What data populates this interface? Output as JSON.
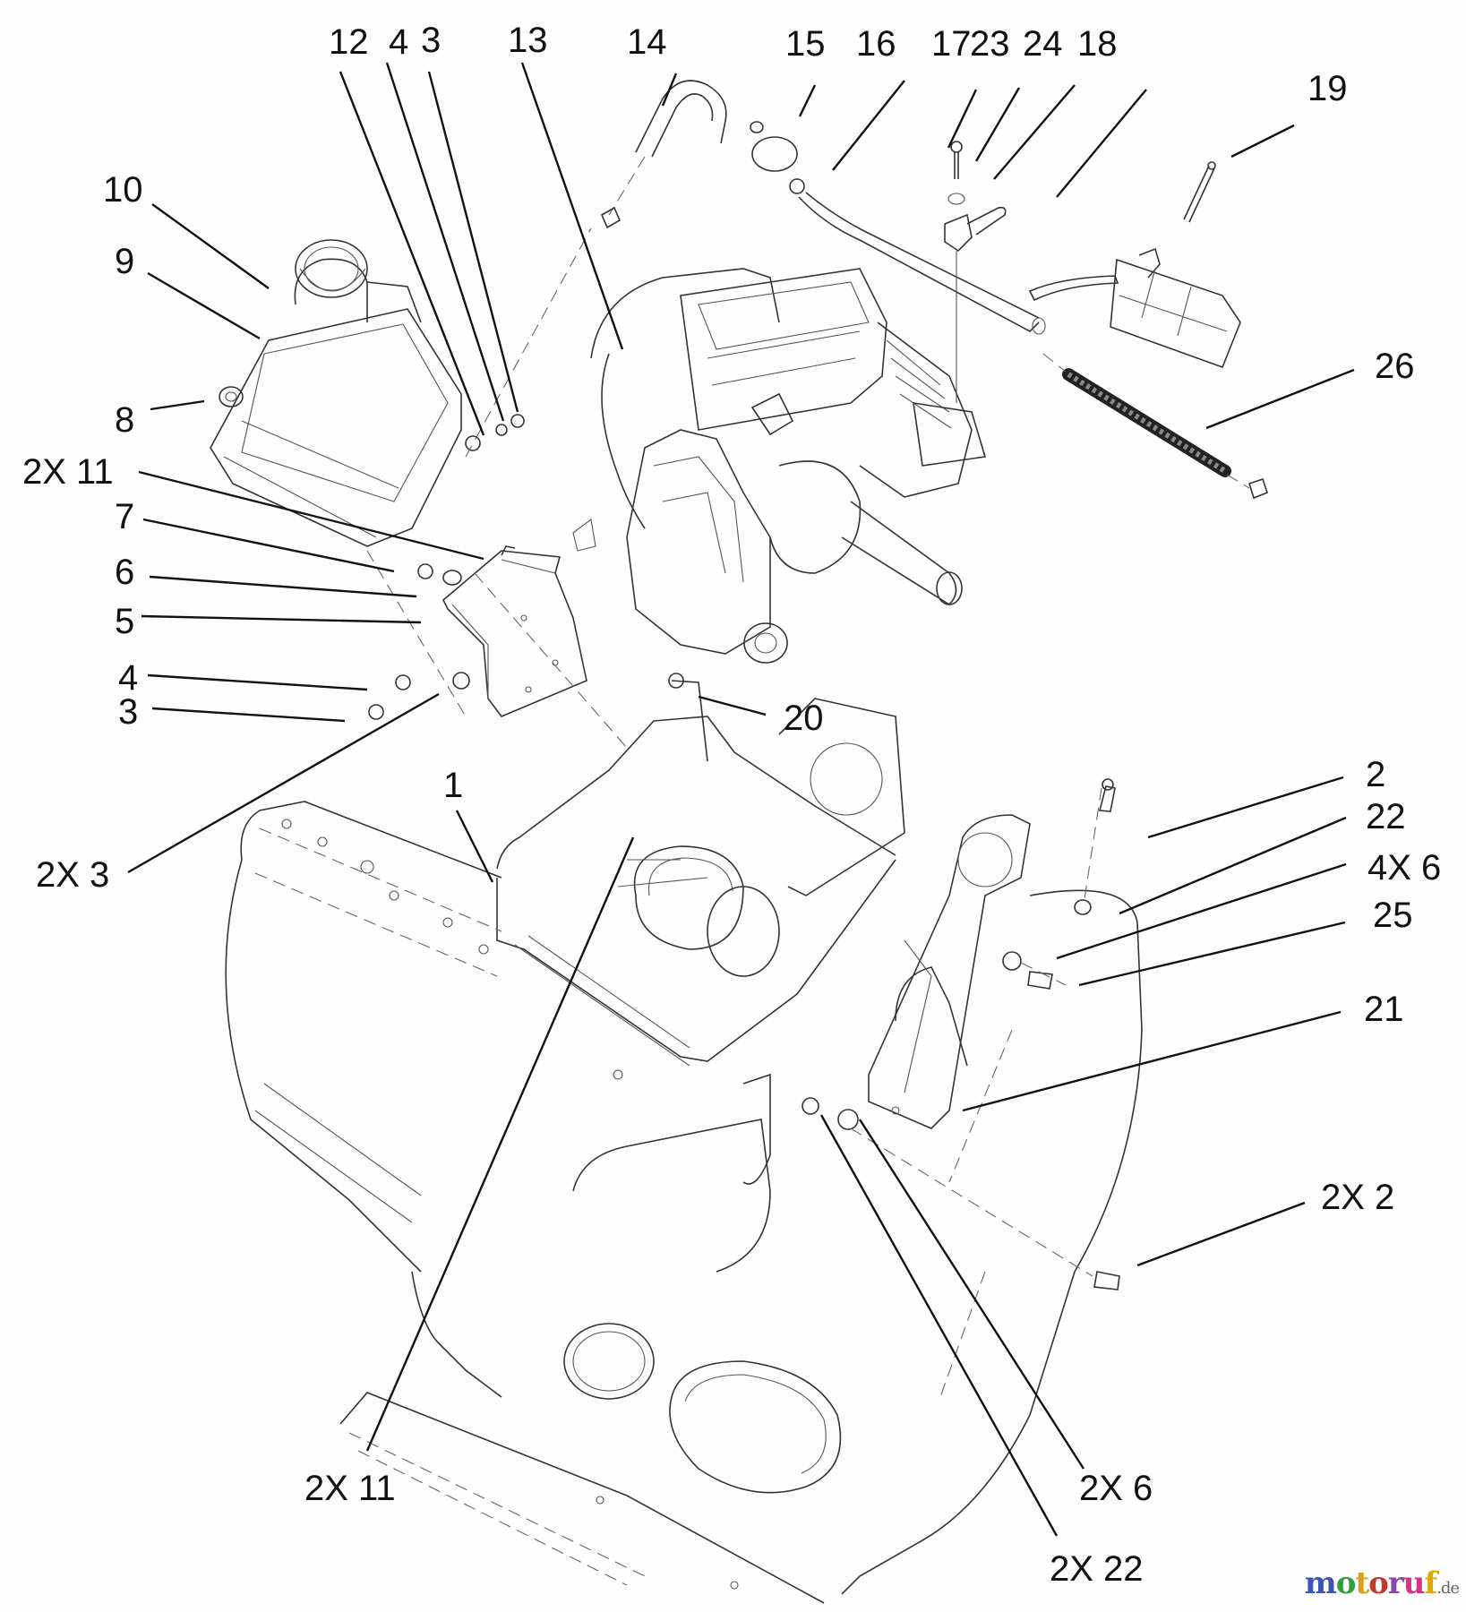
{
  "diagram": {
    "title": "Exploded parts view: engine, fuel tank and housing assembly",
    "callouts": [
      {
        "id": "c12",
        "text": "12"
      },
      {
        "id": "c4t",
        "text": "4"
      },
      {
        "id": "c3t",
        "text": "3"
      },
      {
        "id": "c13",
        "text": "13"
      },
      {
        "id": "c14",
        "text": "14"
      },
      {
        "id": "c15",
        "text": "15"
      },
      {
        "id": "c16",
        "text": "16"
      },
      {
        "id": "c17",
        "text": "17"
      },
      {
        "id": "c23",
        "text": "23"
      },
      {
        "id": "c24",
        "text": "24"
      },
      {
        "id": "c18",
        "text": "18"
      },
      {
        "id": "c19",
        "text": "19"
      },
      {
        "id": "c10",
        "text": "10"
      },
      {
        "id": "c9",
        "text": "9"
      },
      {
        "id": "c8",
        "text": "8"
      },
      {
        "id": "c2x11a",
        "text": "2X 11"
      },
      {
        "id": "c7",
        "text": "7"
      },
      {
        "id": "c6",
        "text": "6"
      },
      {
        "id": "c5",
        "text": "5"
      },
      {
        "id": "c4l",
        "text": "4"
      },
      {
        "id": "c3l",
        "text": "3"
      },
      {
        "id": "c26",
        "text": "26"
      },
      {
        "id": "c20",
        "text": "20"
      },
      {
        "id": "c1",
        "text": "1"
      },
      {
        "id": "c2x3",
        "text": "2X 3"
      },
      {
        "id": "c2",
        "text": "2"
      },
      {
        "id": "c22",
        "text": "22"
      },
      {
        "id": "c4x6",
        "text": "4X 6"
      },
      {
        "id": "c25",
        "text": "25"
      },
      {
        "id": "c21",
        "text": "21"
      },
      {
        "id": "c2x2",
        "text": "2X 2"
      },
      {
        "id": "c2x11b",
        "text": "2X 11"
      },
      {
        "id": "c2x6",
        "text": "2X 6"
      },
      {
        "id": "c2x22",
        "text": "2X 22"
      }
    ]
  },
  "watermark": {
    "letters": [
      "m",
      "o",
      "t",
      "o",
      "r",
      "u",
      "f"
    ],
    "colors": [
      "#3a55b4",
      "#2f9e3c",
      "#d6a21a",
      "#c0392b",
      "#8e44ad",
      "#d63384",
      "#e0a800"
    ],
    "suffix": ".de"
  }
}
